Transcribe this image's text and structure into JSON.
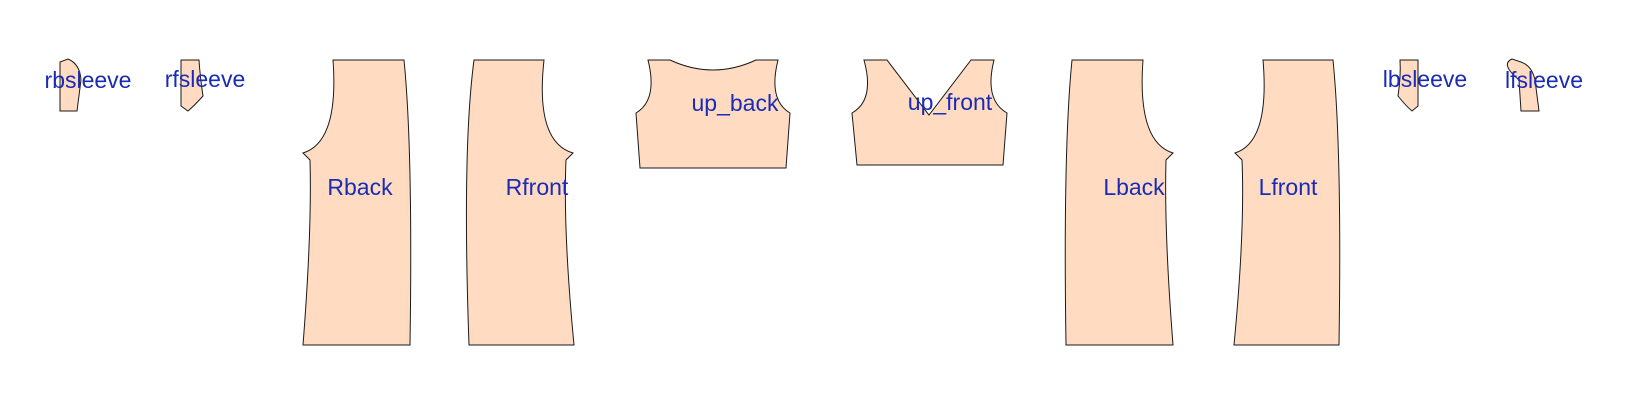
{
  "colors": {
    "piece_fill": "#FFDBC2",
    "label": "#1A2BB5",
    "outline": "#1A1A1A"
  },
  "pieces": [
    {
      "id": "rbsleeve",
      "label": "rbsleeve"
    },
    {
      "id": "rfsleeve",
      "label": "rfsleeve"
    },
    {
      "id": "rback",
      "label": "Rback"
    },
    {
      "id": "rfront",
      "label": "Rfront"
    },
    {
      "id": "up-back",
      "label": "up_back"
    },
    {
      "id": "up-front",
      "label": "up_front"
    },
    {
      "id": "lback",
      "label": "Lback"
    },
    {
      "id": "lfront",
      "label": "Lfront"
    },
    {
      "id": "lbsleeve",
      "label": "lbsleeve"
    },
    {
      "id": "lfsleeve",
      "label": "lfsleeve"
    }
  ]
}
